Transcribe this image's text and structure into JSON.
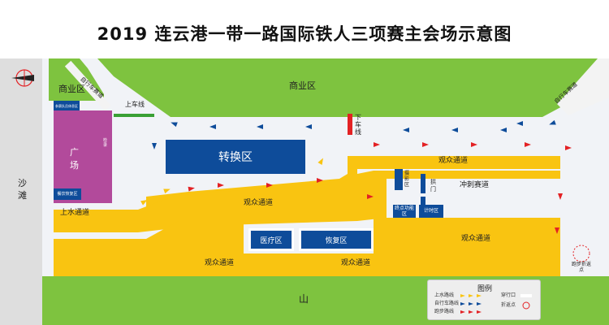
{
  "title": "2019 连云港一带一路国际铁人三项赛主会场示意图",
  "areas": {
    "shopping_left": "商业区",
    "shopping_top": "商业区",
    "beach": "沙滩",
    "square": "广场",
    "transition": "转换区",
    "mountain": "山",
    "medical": "医疗区",
    "recovery": "恢复区"
  },
  "labels": {
    "bike_lane_left": "自行车赛道",
    "bike_lane_right": "自行车赛道",
    "drop_off": "上车线",
    "pick_up": "下车线",
    "spectator_1": "观众通道",
    "spectator_2": "观众通道",
    "spectator_3": "观众通道",
    "spectator_4": "观众通道",
    "swim_exit": "上水通道",
    "sprint_lane": "冲刺赛道",
    "arch": "拱门",
    "photo_zone": "摄影区",
    "timing_zone": "计时区",
    "finish_function": "终点功能区",
    "checkin": "检录",
    "team_area": "参赛队员休息区",
    "meal_area": "餐饮恢复区",
    "run_turn": "跑步折返点"
  },
  "legend": {
    "title": "图例",
    "swim_route": "上水路线",
    "bike_route": "自行车路线",
    "run_route": "跑步路线",
    "gate": "穿行口",
    "turn_point": "折返点"
  },
  "colors": {
    "road_yellow": "#f9c411",
    "green": "#7ec33f",
    "magenta": "#b24a9b",
    "navy": "#0e4c9a",
    "arrow_red": "#e32124",
    "arrow_blue": "#0e4c9a"
  }
}
